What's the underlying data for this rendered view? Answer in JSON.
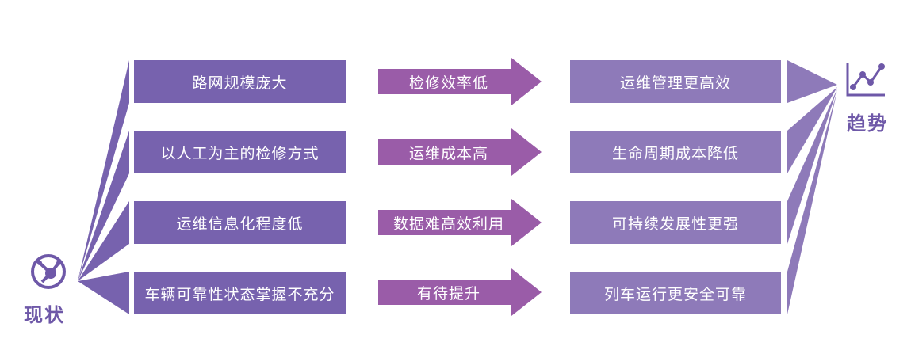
{
  "current": {
    "label": "现状",
    "icon": "network-nodes-icon",
    "items": [
      "路网规模庞大",
      "以人工为主的检修方式",
      "运维信息化程度低",
      "车辆可靠性状态掌握不充分"
    ]
  },
  "issues": [
    "检修效率低",
    "运维成本高",
    "数据难高效利用",
    "有待提升"
  ],
  "trend": {
    "label": "趋势",
    "icon": "trend-line-chart-icon",
    "items": [
      "运维管理更高效",
      "生命周期成本降低",
      "可持续发展性更强",
      "列车运行更安全可靠"
    ]
  },
  "colors": {
    "left_box": "#7762ae",
    "arrow": "#9a5ca8",
    "right_box": "#8e7ab9",
    "label": "#6e58a8"
  }
}
